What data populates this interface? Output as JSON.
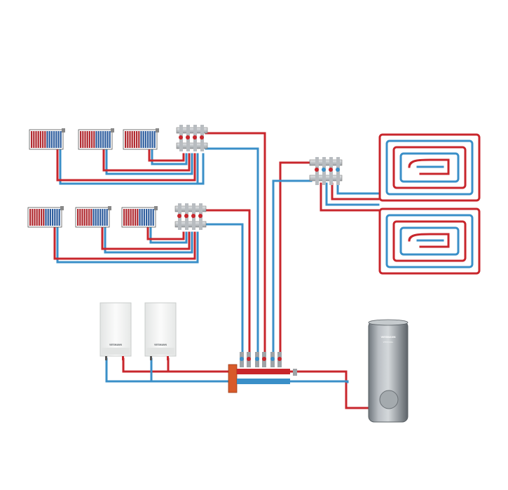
{
  "colors": {
    "supply": "#c8262c",
    "return": "#3a8fc8",
    "radiator_red": "#b02a30",
    "radiator_blue": "#2f5e9e",
    "boiler_body": "#f4f5f4",
    "tank_body": "#9aa0a6",
    "manifold_metal": "#c9cdd0",
    "background": "#ffffff"
  },
  "icons": {
    "radiator": "panel-radiator-icon",
    "manifold": "distribution-manifold-icon",
    "boiler": "wall-hung-boiler-icon",
    "tank": "hot-water-storage-tank-icon",
    "floor_loop": "underfloor-heating-loop-icon",
    "header": "hydraulic-header-icon"
  },
  "brand": {
    "boiler_logo": "VIESMANN",
    "tank_logo": "VIESMANN",
    "tank_model": "VITOCELL"
  }
}
